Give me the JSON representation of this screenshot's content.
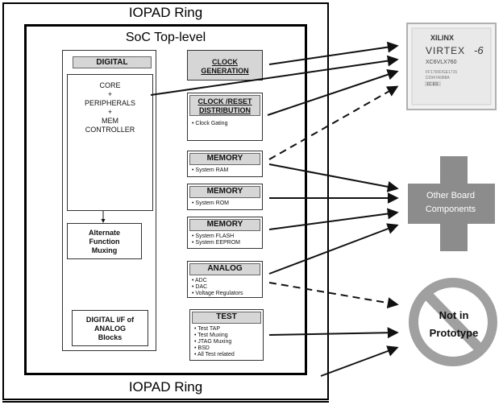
{
  "ring": {
    "top_label": "IOPAD Ring",
    "bottom_label": "IOPAD Ring"
  },
  "soc": {
    "title": "SoC Top-level"
  },
  "digital": {
    "header": "DIGITAL",
    "core_lines": [
      "CORE",
      "+",
      "PERIPHERALS",
      "+",
      "MEM",
      "CONTROLLER"
    ],
    "alt_mux_lines": [
      "Alternate",
      "Function",
      "Muxing"
    ],
    "digital_if_lines": [
      "DIGITAL I/F of",
      "ANALOG",
      "Blocks"
    ]
  },
  "blocks": {
    "clock_gen": [
      "CLOCK",
      "GENERATION"
    ],
    "clock_reset": {
      "lines": [
        "CLOCK /RESET",
        "DISTRIBUTION"
      ],
      "bullets": [
        "• Clock Gating"
      ]
    },
    "mem1": {
      "header": "MEMORY",
      "bullets": [
        "• System RAM"
      ]
    },
    "mem2": {
      "header": "MEMORY",
      "bullets": [
        "• System ROM"
      ]
    },
    "mem3": {
      "header": "MEMORY",
      "bullets": [
        "• System FLASH",
        "• System EEPROM"
      ]
    },
    "analog": {
      "header": "ANALOG",
      "bullets": [
        "• ADC",
        "• DAC",
        "• Voltage Regulators"
      ]
    },
    "test": {
      "header": "TEST",
      "bullets": [
        "• Test TAP",
        "• Test Muxing",
        "• JTAG Muxing",
        "• BSD",
        "• All Test related"
      ]
    }
  },
  "targets": {
    "fpga": {
      "logo": "XILINX",
      "product": "VIRTEX",
      "six": "-6",
      "part": "XC6VLX760",
      "fine1": "FF1760DGE1715",
      "fine2": "D2947A988A",
      "fine3": "1C ES"
    },
    "other": [
      "Other Board",
      "Components"
    ],
    "not_in": [
      "Not in",
      "Prototype"
    ]
  },
  "colors": {
    "cross": "#8c8c8c",
    "no_sign": "#a0a0a0",
    "header_fill": "#d6d6d6"
  }
}
